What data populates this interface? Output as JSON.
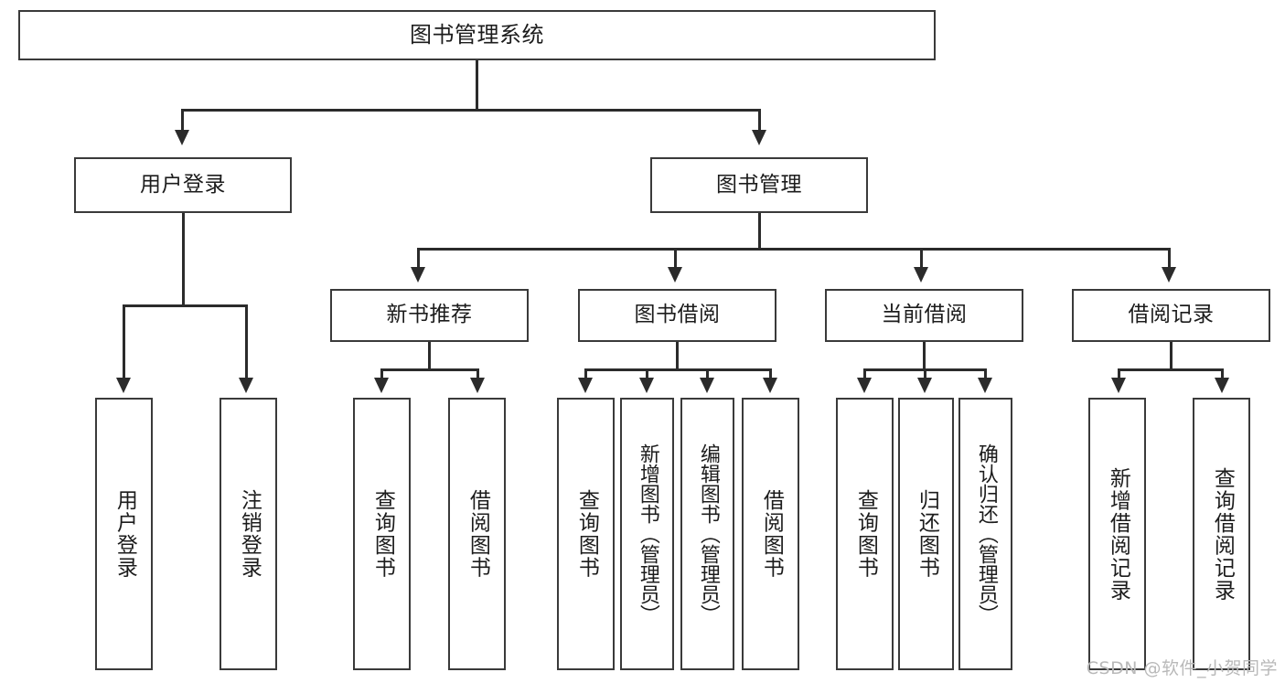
{
  "diagram": {
    "title": "图书管理系统",
    "type": "tree",
    "orientation": "top-down",
    "colors": {
      "box_border": "#3a3a3a",
      "connector": "#2b2b2b",
      "background": "#ffffff",
      "text": "#1c1c1c",
      "watermark": "#b9b9b9"
    },
    "levels": [
      {
        "level": 1,
        "nodes": [
          {
            "id": "root",
            "label": "图书管理系统",
            "orientation": "horizontal"
          }
        ]
      },
      {
        "level": 2,
        "nodes": [
          {
            "id": "login",
            "label": "用户登录",
            "orientation": "horizontal",
            "parent": "root"
          },
          {
            "id": "bookmgmt",
            "label": "图书管理",
            "orientation": "horizontal",
            "parent": "root"
          }
        ]
      },
      {
        "level": 3,
        "nodes": [
          {
            "id": "newbook",
            "label": "新书推荐",
            "orientation": "horizontal",
            "parent": "bookmgmt"
          },
          {
            "id": "borrow",
            "label": "图书借阅",
            "orientation": "horizontal",
            "parent": "bookmgmt"
          },
          {
            "id": "current",
            "label": "当前借阅",
            "orientation": "horizontal",
            "parent": "bookmgmt"
          },
          {
            "id": "records",
            "label": "借阅记录",
            "orientation": "horizontal",
            "parent": "bookmgmt"
          }
        ]
      },
      {
        "level": 4,
        "nodes": [
          {
            "id": "leaf1",
            "label": "用户登录",
            "orientation": "vertical",
            "parent": "login"
          },
          {
            "id": "leaf2",
            "label": "注销登录",
            "orientation": "vertical",
            "parent": "login"
          },
          {
            "id": "leaf3",
            "label": "查询图书",
            "orientation": "vertical",
            "parent": "newbook"
          },
          {
            "id": "leaf4",
            "label": "借阅图书",
            "orientation": "vertical",
            "parent": "newbook"
          },
          {
            "id": "leaf5",
            "label": "查询图书",
            "orientation": "vertical",
            "parent": "borrow"
          },
          {
            "id": "leaf6",
            "label": "新增图书（管理员）",
            "orientation": "vertical",
            "parent": "borrow"
          },
          {
            "id": "leaf7",
            "label": "编辑图书（管理员）",
            "orientation": "vertical",
            "parent": "borrow"
          },
          {
            "id": "leaf8",
            "label": "借阅图书",
            "orientation": "vertical",
            "parent": "borrow"
          },
          {
            "id": "leaf9",
            "label": "查询图书",
            "orientation": "vertical",
            "parent": "current"
          },
          {
            "id": "leaf10",
            "label": "归还图书",
            "orientation": "vertical",
            "parent": "current"
          },
          {
            "id": "leaf11",
            "label": "确认归还（管理员）",
            "orientation": "vertical",
            "parent": "current"
          },
          {
            "id": "leaf12",
            "label": "新增借阅记录",
            "orientation": "vertical",
            "parent": "records"
          },
          {
            "id": "leaf13",
            "label": "查询借阅记录",
            "orientation": "vertical",
            "parent": "records"
          }
        ]
      }
    ]
  },
  "watermark": {
    "text": "CSDN @软件_小贺同学"
  }
}
